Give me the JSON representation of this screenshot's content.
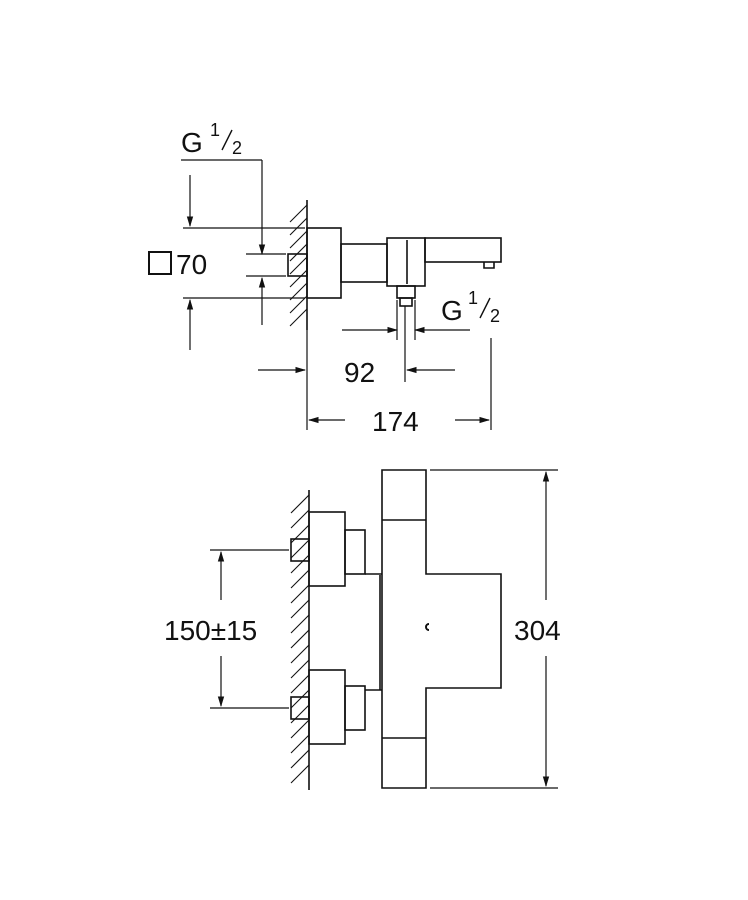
{
  "top_view": {
    "thread_top": {
      "letter": "G",
      "numerator": "1",
      "denominator": "2"
    },
    "thread_outlet": {
      "letter": "G",
      "numerator": "1",
      "denominator": "2"
    },
    "square_size": "70",
    "dim_outlet": "92",
    "dim_depth": "174"
  },
  "front_view": {
    "dim_centers": "150±15",
    "dim_height": "304"
  },
  "colors": {
    "line": "#111111",
    "background": "#ffffff"
  }
}
